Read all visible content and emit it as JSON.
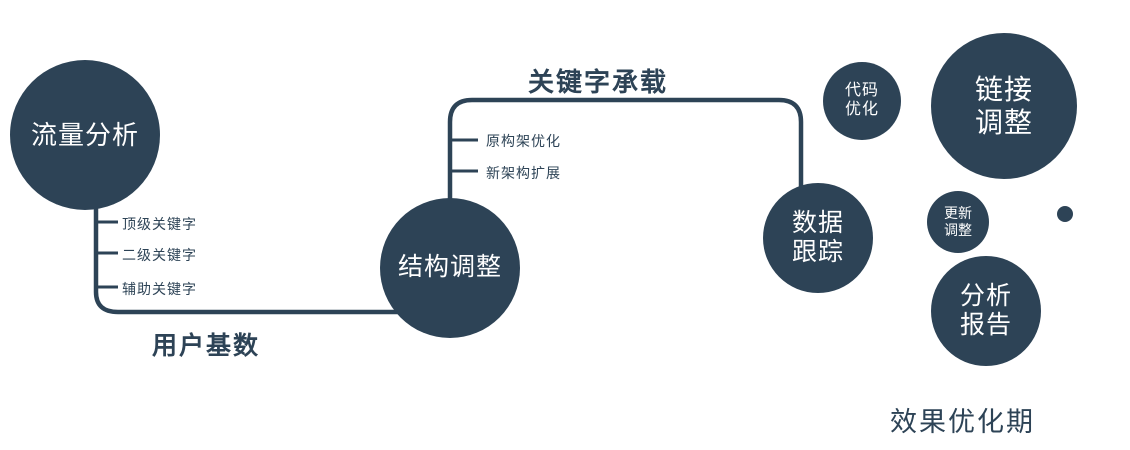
{
  "colors": {
    "primary": "#2d4356",
    "text_on_primary": "#ffffff",
    "background": "#ffffff"
  },
  "nodes": {
    "traffic_analysis": {
      "label": "流量分析"
    },
    "structure_adjust": {
      "label": "结构调整"
    },
    "data_tracking": {
      "label": "数据跟踪"
    },
    "code_optimization": {
      "label": "代码优化"
    },
    "link_adjustment": {
      "label": "链接调整"
    },
    "update_adjustment": {
      "label": "更新调整"
    },
    "analysis_report": {
      "label": "分析报告"
    }
  },
  "edges": {
    "user_base": {
      "label": "用户基数",
      "items": [
        "顶级关键字",
        "二级关键字",
        "辅助关键字"
      ]
    },
    "keyword_bearing": {
      "label": "关键字承载",
      "items": [
        "原构架优化",
        "新架构扩展"
      ]
    }
  },
  "caption": {
    "label": "效果优化期"
  }
}
